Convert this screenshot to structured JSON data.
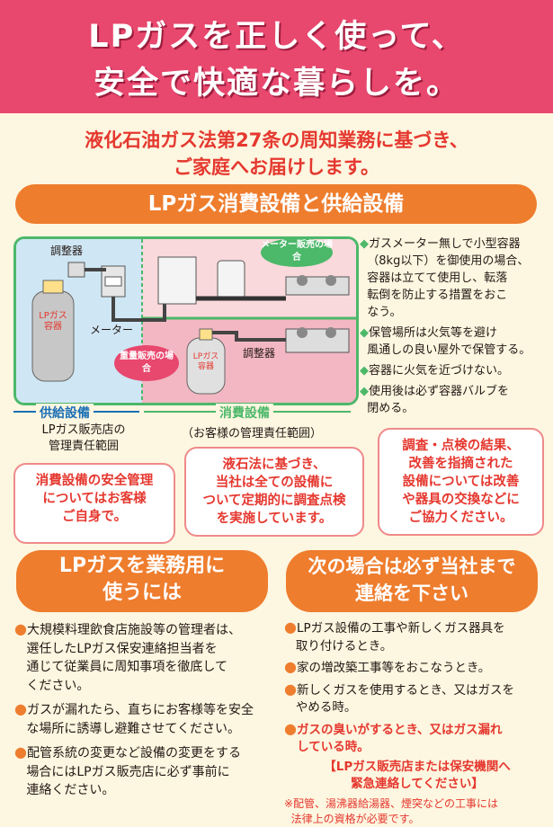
{
  "header": {
    "line1": "LPガスを正しく使って、",
    "line2": "安全で快適な暮らしを。"
  },
  "intro": {
    "line1": "液化石油ガス法第27条の周知業務に基づき、",
    "line2": "ご家庭へお届けします。"
  },
  "section1": {
    "title": "LPガス消費設備と供給設備"
  },
  "diagram": {
    "label_regulator1": "調整器",
    "label_meter": "メーター",
    "label_cylinder": "LPガス容器",
    "label_meter_sales": "メーター販売の場合",
    "label_weight_sales": "重量販売の場合",
    "label_regulator2": "調整器",
    "label_small_cylinder": "LPガス容器"
  },
  "supply": {
    "label": "供給設備",
    "caption1": "LPガス販売店の",
    "caption2": "管理責任範囲"
  },
  "consume": {
    "label": "消費設備",
    "caption": "（お客様の管理責任範囲）"
  },
  "notes": [
    {
      "mark": "◆",
      "l1": "ガスメーター無しで小型容器",
      "l2": "（8kg以下）を御使用の場合、",
      "l3": "容器は立てて使用し、転落",
      "l4": "転倒を防止する措置をおこ",
      "l5": "なう。"
    },
    {
      "mark": "◆",
      "l1": "保管場所は火気等を避け",
      "l2": "風通しの良い屋外で保管する。"
    },
    {
      "mark": "◆",
      "l1": "容器に火気を近づけない。"
    },
    {
      "mark": "◆",
      "l1": "使用後は必ず容器バルブを",
      "l2": "閉める。"
    }
  ],
  "boxes": [
    {
      "l1": "消費設備の安全管理",
      "l2": "についてはお客様",
      "l3": "ご自身で。"
    },
    {
      "l1": "液石法に基づき、",
      "l2": "当社は全ての設備に",
      "l3": "ついて定期的に調査点検",
      "l4": "を実施しています。"
    },
    {
      "l1": "調査・点検の結果、",
      "l2": "改善を指摘された",
      "l3": "設備については改善",
      "l4": "や器具の交換などに",
      "l5": "ご協力ください。"
    }
  ],
  "business": {
    "title1": "LPガスを業務用に",
    "title2": "使うには",
    "items": [
      {
        "l1": "大規模料理飲食店施設等の管理者は、",
        "l2": "選任したLPガス保安連絡担当者を",
        "l3": "通じて従業員に周知事項を徹底して",
        "l4": "ください。"
      },
      {
        "l1": "ガスが漏れたら、直ちにお客様等を安全",
        "l2": "な場所に誘導し避難させてください。"
      },
      {
        "l1": "配管系統の変更など設備の変更をする",
        "l2": "場合にはLPガス販売店に必ず事前に",
        "l3": "連絡ください。"
      }
    ]
  },
  "contact": {
    "title1": "次の場合は必ず当社まで",
    "title2": "連絡を下さい",
    "items": [
      {
        "l1": "LPガス設備の工事や新しくガス器具を",
        "l2": "取り付けるとき。"
      },
      {
        "l1": "家の増改築工事等をおこなうとき。"
      },
      {
        "l1": "新しくガスを使用するとき、又はガスを",
        "l2": "やめる時。"
      },
      {
        "l1": "ガスの臭いがするとき、又はガス漏れ",
        "l2": "している時。"
      }
    ],
    "emergency1": "【LPガス販売店または保安機関へ",
    "emergency2": "緊急連絡してください】",
    "footnote1": "※配管、湯沸器給湯器、煙突などの工事には",
    "footnote2": "法律上の資格が必要です。"
  },
  "colors": {
    "header": "#e8476e",
    "accent": "#ee7d2e",
    "red": "#e5382f",
    "green": "#4cb86a",
    "cream": "#fdf6e0"
  }
}
